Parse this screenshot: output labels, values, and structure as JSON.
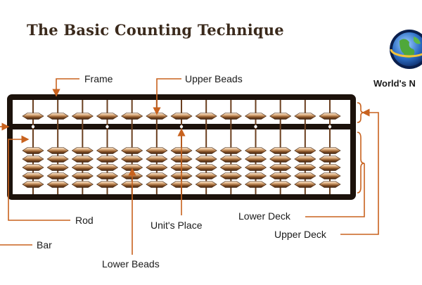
{
  "title": "The Basic Counting Technique",
  "brand": {
    "name": "World's N",
    "logo_icon": "globe-icon"
  },
  "abacus": {
    "rod_count": 13,
    "upper_beads_per_rod": 1,
    "lower_beads_per_rod": 5,
    "frame_color": "#1c120b",
    "bead_color": "#7a4a22",
    "bead_highlight": "#f3dcc3",
    "arrow_color": "#c8621e"
  },
  "labels": {
    "frame": "Frame",
    "upper_beads": "Upper Beads",
    "rod": "Rod",
    "unit_place": "Unit's Place",
    "lower_deck": "Lower Deck",
    "upper_deck": "Upper Deck",
    "bar": "Bar",
    "lower_beads": "Lower Beads"
  }
}
